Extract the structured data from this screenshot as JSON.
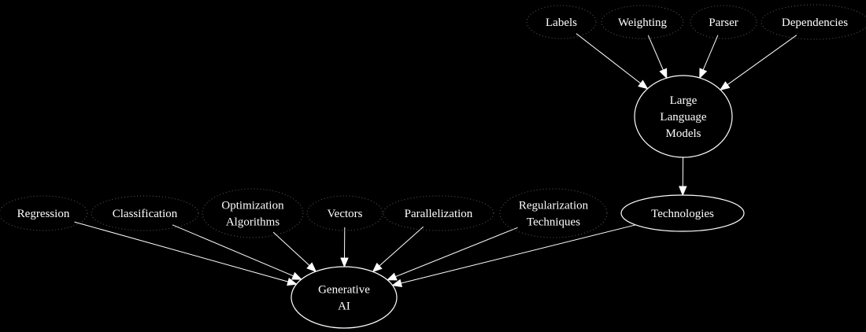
{
  "diagram": {
    "background": "#000000",
    "foreground": "#ffffff",
    "nodes": {
      "labels": {
        "lines": [
          "Labels"
        ],
        "outlined": false
      },
      "weighting": {
        "lines": [
          "Weighting"
        ],
        "outlined": false
      },
      "parser": {
        "lines": [
          "Parser"
        ],
        "outlined": false
      },
      "dependencies": {
        "lines": [
          "Dependencies"
        ],
        "outlined": false
      },
      "llm": {
        "lines": [
          "Large",
          "Language",
          "Models"
        ],
        "outlined": true
      },
      "technologies": {
        "lines": [
          "Technologies"
        ],
        "outlined": true
      },
      "regression": {
        "lines": [
          "Regression"
        ],
        "outlined": false
      },
      "classification": {
        "lines": [
          "Classification"
        ],
        "outlined": false
      },
      "optimization": {
        "lines": [
          "Optimization",
          "Algorithms"
        ],
        "outlined": false
      },
      "vectors": {
        "lines": [
          "Vectors"
        ],
        "outlined": false
      },
      "parallelization": {
        "lines": [
          "Parallelization"
        ],
        "outlined": false
      },
      "regularization": {
        "lines": [
          "Regularization",
          "Techniques"
        ],
        "outlined": false
      },
      "genai": {
        "lines": [
          "Generative",
          "AI"
        ],
        "outlined": true
      }
    },
    "edges": [
      {
        "from": "labels",
        "to": "llm"
      },
      {
        "from": "weighting",
        "to": "llm"
      },
      {
        "from": "parser",
        "to": "llm"
      },
      {
        "from": "dependencies",
        "to": "llm"
      },
      {
        "from": "llm",
        "to": "technologies"
      },
      {
        "from": "regression",
        "to": "genai"
      },
      {
        "from": "classification",
        "to": "genai"
      },
      {
        "from": "optimization",
        "to": "genai"
      },
      {
        "from": "vectors",
        "to": "genai"
      },
      {
        "from": "parallelization",
        "to": "genai"
      },
      {
        "from": "regularization",
        "to": "genai"
      },
      {
        "from": "technologies",
        "to": "genai"
      }
    ]
  }
}
